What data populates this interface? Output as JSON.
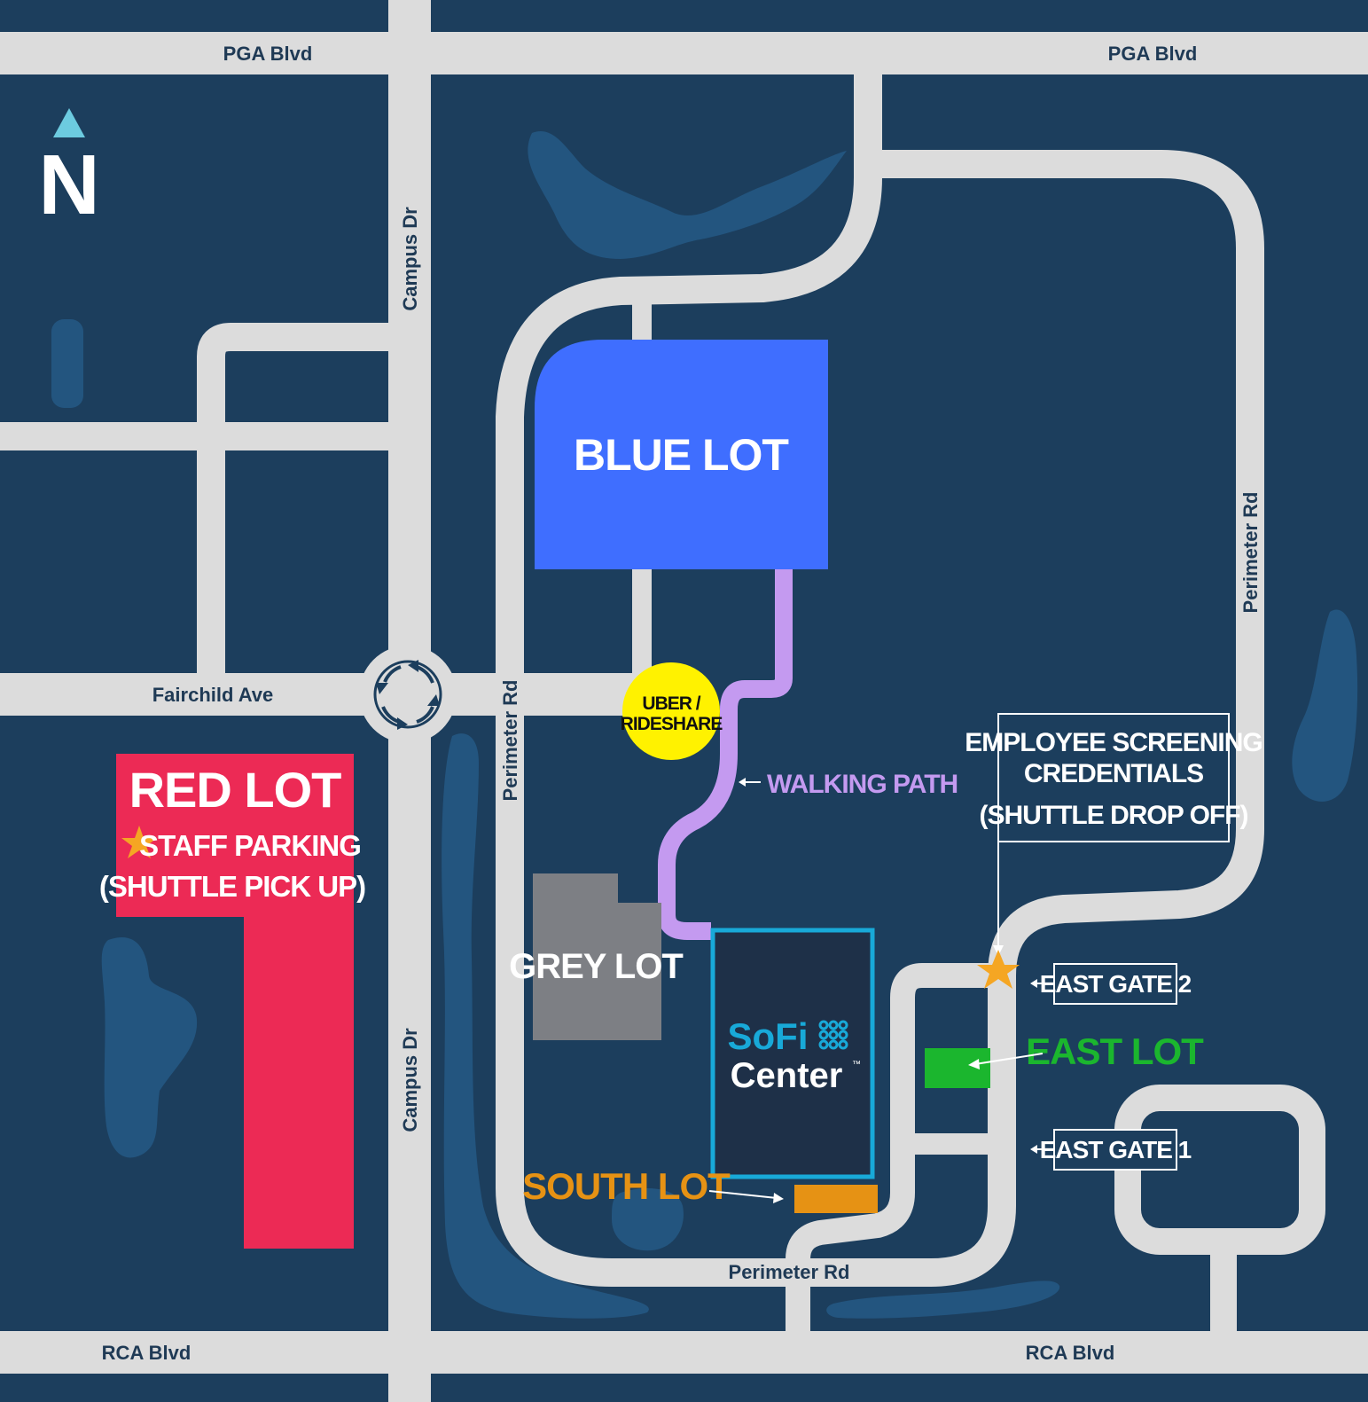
{
  "map": {
    "compass": {
      "letter": "N"
    },
    "roads": {
      "pga_left": "PGA Blvd",
      "pga_right": "PGA Blvd",
      "rca_left": "RCA Blvd",
      "rca_right": "RCA Blvd",
      "campus_top": "Campus Dr",
      "campus_bottom": "Campus Dr",
      "fairchild": "Fairchild Ave",
      "perimeter_left": "Perimeter Rd",
      "perimeter_right": "Perimeter Rd",
      "perimeter_bottom": "Perimeter Rd"
    },
    "lots": {
      "blue": "BLUE LOT",
      "red_title": "RED LOT",
      "red_line1": "STAFF PARKING",
      "red_line2": "(SHUTTLE PICK UP)",
      "grey": "GREY LOT",
      "south": "SOUTH LOT",
      "east": "EAST LOT"
    },
    "rideshare": {
      "line1": "UBER /",
      "line2": "RIDESHARE"
    },
    "walking_path": "WALKING PATH",
    "screening": {
      "line1": "EMPLOYEE SCREENING",
      "line2": "CREDENTIALS",
      "line3": "(SHUTTLE DROP OFF)"
    },
    "gates": {
      "gate2": "EAST GATE 2",
      "gate1": "EAST GATE 1"
    },
    "venue": {
      "line1": "SoFi",
      "line2": "Center",
      "tm": "™"
    },
    "colors": {
      "background": "#1c3e5d",
      "water": "#23557f",
      "road": "#dcdcdc",
      "blue_lot": "#3f6eff",
      "red_lot": "#ec2a55",
      "grey_lot": "#7d7f84",
      "south_lot": "#e69214",
      "east_lot": "#1bb62e",
      "walking_path": "#c49af0",
      "rideshare": "#fff200",
      "star": "#f5a623",
      "venue_border": "#18a9d8",
      "venue_fill": "#1e3048"
    }
  }
}
